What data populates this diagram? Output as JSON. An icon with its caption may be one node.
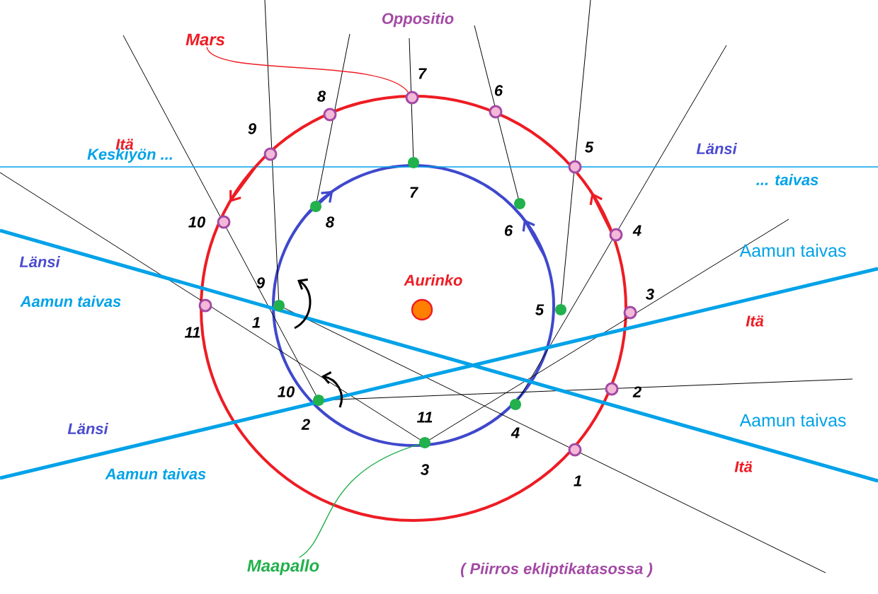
{
  "diagram": {
    "nodes": [
      {
        "text": [
          "Mars"
        ]
      },
      {
        "text": [],
        "shape": "circle",
        "beside": [
          "1"
        ]
      },
      {
        "text": [],
        "shape": "circle",
        "beside": [
          "2"
        ]
      },
      {
        "text": [],
        "shape": "circle",
        "beside": [
          "3"
        ]
      },
      {
        "text": [],
        "shape": "circle",
        "beside": [
          "4"
        ]
      },
      {
        "text": [],
        "shape": "circle",
        "beside": [
          "5"
        ]
      },
      {
        "text": [],
        "shape": "circle",
        "beside": [
          "6"
        ]
      },
      {
        "text": [],
        "shape": "circle",
        "beside": [
          "7"
        ]
      },
      {
        "text": [],
        "shape": "circle",
        "beside": [
          "8"
        ]
      },
      {
        "text": [],
        "shape": "circle",
        "beside": [
          "9"
        ]
      },
      {
        "text": [],
        "shape": "circle",
        "beside": [
          "10"
        ]
      },
      {
        "text": [],
        "shape": "circle",
        "beside": [
          "11"
        ]
      },
      {
        "text": [],
        "shape": "circle",
        "beside": [
          "9",
          "1"
        ]
      },
      {
        "text": [],
        "shape": "circle",
        "beside": [
          "10",
          "2"
        ]
      },
      {
        "text": [],
        "shape": "circle",
        "beside": [
          "11",
          "3"
        ]
      },
      {
        "text": [],
        "shape": "circle",
        "beside": [
          "4"
        ]
      },
      {
        "text": [],
        "shape": "circle",
        "beside": [
          "5"
        ]
      },
      {
        "text": [],
        "shape": "circle",
        "beside": [
          "6"
        ]
      },
      {
        "text": [],
        "shape": "circle",
        "beside": [
          "7"
        ]
      },
      {
        "text": [],
        "shape": "circle",
        "beside": [
          "8"
        ]
      },
      {
        "text": [
          "Maapallo"
        ]
      }
    ],
    "edges": [
      {
        "from": 0,
        "to": 7,
        "arrow": "none",
        "color": "#ee1c24"
      },
      {
        "from": 20,
        "to": 14,
        "arrow": "none",
        "color": "#22b14c"
      }
    ],
    "labels": [
      "Oppositio",
      "Itä",
      "Länsi",
      "Keskiyön ...",
      "... taivas",
      "Aamun taivas",
      "Länsi",
      "Aurinko",
      "Aamun taivas",
      "Itä",
      "Aamun taivas",
      "Länsi",
      "Itä",
      "Aamun taivas",
      "( Piirros ekliptikatasossa )"
    ]
  }
}
